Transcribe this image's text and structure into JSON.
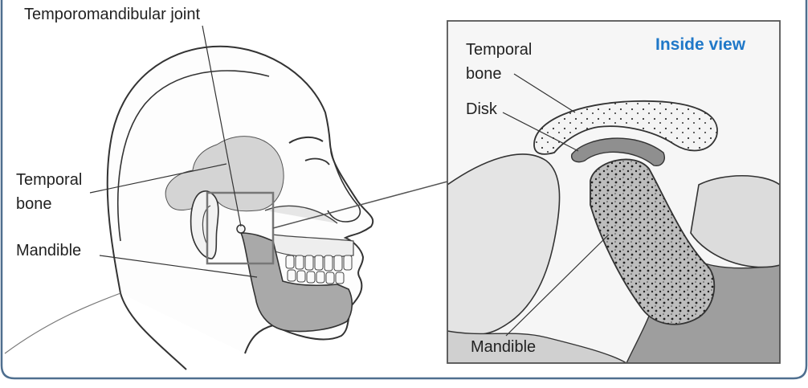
{
  "accent_color": "#1f78c8",
  "frame_color": "#4f6f8f",
  "labels": {
    "tmj": "Temporomandibular joint",
    "temporal_bone_left_1": "Temporal",
    "temporal_bone_left_2": "bone",
    "mandible_left": "Mandible",
    "temporal_bone_right_1": "Temporal",
    "temporal_bone_right_2": "bone",
    "disk": "Disk",
    "mandible_right": "Mandible",
    "inside_view": "Inside view"
  }
}
